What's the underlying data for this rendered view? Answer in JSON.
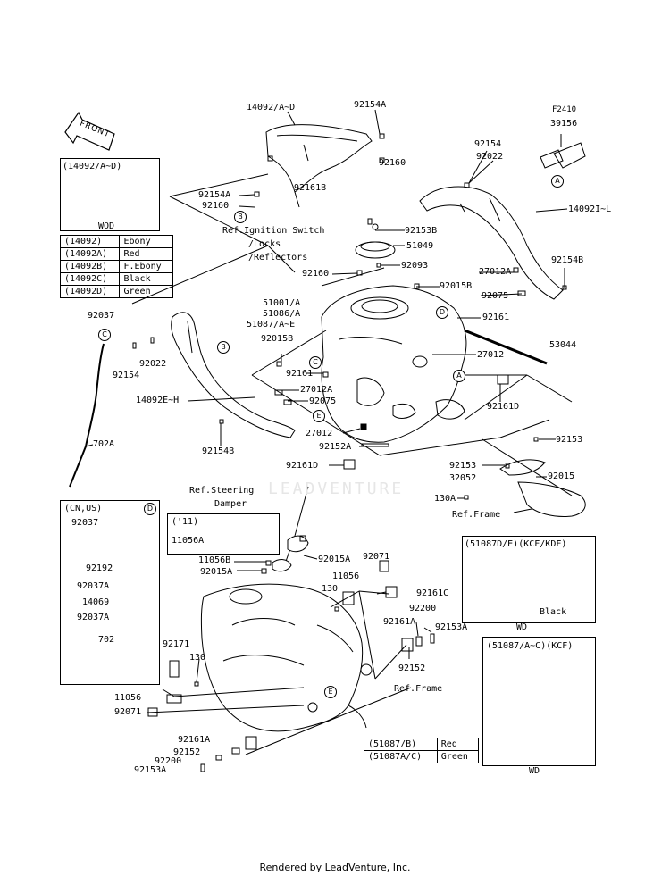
{
  "figure_code": "F2410",
  "watermark": "LEADVENTURE",
  "footer": "Rendered by LeadVenture, Inc.",
  "front_arrow_text": "FRONT",
  "callout_letters": [
    "A",
    "B",
    "C",
    "D",
    "E"
  ],
  "part_labels": {
    "p14092_a_d": "14092/A~D",
    "p92154a_top": "92154A",
    "p92160_top": "92160",
    "p92161b": "92161B",
    "p92154a_left": "92154A",
    "p92160_left": "92160",
    "p39156": "39156",
    "p92154_right": "92154",
    "p92022_right": "92022",
    "p14092i_l": "14092I~L",
    "p92153b": "92153B",
    "p51049": "51049",
    "p92093": "92093",
    "p27012a_right": "27012A",
    "p92154b_right": "92154B",
    "p92160_mid": "92160",
    "p92015b_right": "92015B",
    "p92075_right": "92075",
    "p51001": "51001/A",
    "p51086": "51086/A",
    "p51087": "51087/A~E",
    "p92161_right": "92161",
    "p53044": "53044",
    "p27012_right": "27012",
    "p92037_left": "92037",
    "p92015b_left": "92015B",
    "p92154_left": "92154",
    "p92022_left": "92022",
    "p92161_mid": "92161",
    "p27012a_mid": "27012A",
    "p14092e_h": "14092E~H",
    "p92075_mid": "92075",
    "p92161d_right": "92161D",
    "p27012_mid": "27012",
    "p702a": "702A",
    "p92154b_left": "92154B",
    "p92152a": "92152A",
    "p92153_right": "92153",
    "p92161d_mid": "92161D",
    "p92153_mid": "92153",
    "p32052": "32052",
    "p92015_right": "92015",
    "p130a": "130A",
    "p92037_sub": "92037",
    "p92192": "92192",
    "p92037a_1": "92037A",
    "p14069": "14069",
    "p92037a_2": "92037A",
    "p702": "702",
    "p11056a": "11056A",
    "p11056b": "11056B",
    "p92015a_1": "92015A",
    "p92015a_2": "92015A",
    "p92071_top": "92071",
    "p11056_mid": "11056",
    "p130_mid": "130",
    "p92161c": "92161C",
    "p92200_mid": "92200",
    "p92161a_mid": "92161A",
    "p92153a_mid": "92153A",
    "p92152_mid": "92152",
    "p92171": "92171",
    "p130_left": "130",
    "p11056_left": "11056",
    "p92071_left": "92071",
    "p92161a_bot": "92161A",
    "p92152_bot": "92152",
    "p92200_bot": "92200",
    "p92153a_bot": "92153A"
  },
  "references": {
    "ignition": [
      "Ref.Ignition Switch",
      "/Locks",
      "/Reflectors"
    ],
    "steering": [
      "Ref.Steering",
      "Damper"
    ],
    "frame_right": "Ref.Frame",
    "frame_mid": "Ref.Frame"
  },
  "inset_wod": {
    "header": "(14092/A~D)",
    "footer": "WOD"
  },
  "color_table_top": [
    {
      "code": "(14092)",
      "color": "Ebony"
    },
    {
      "code": "(14092A)",
      "color": "Red"
    },
    {
      "code": "(14092B)",
      "color": "F.Ebony"
    },
    {
      "code": "(14092C)",
      "color": "Black"
    },
    {
      "code": "(14092D)",
      "color": "Green"
    }
  ],
  "inset_cn_us": {
    "header": "(CN,US)"
  },
  "inset_11": {
    "header": "('11)"
  },
  "inset_kcf_kdf": {
    "header": "(51087D/E)(KCF/KDF)",
    "wd": "WD",
    "color": "Black"
  },
  "inset_kcf": {
    "header": "(51087/A~C)(KCF)",
    "wd": "WD"
  },
  "color_table_bottom": [
    {
      "code": "(51087/B)",
      "color": "Red"
    },
    {
      "code": "(51087A/C)",
      "color": "Green"
    }
  ]
}
